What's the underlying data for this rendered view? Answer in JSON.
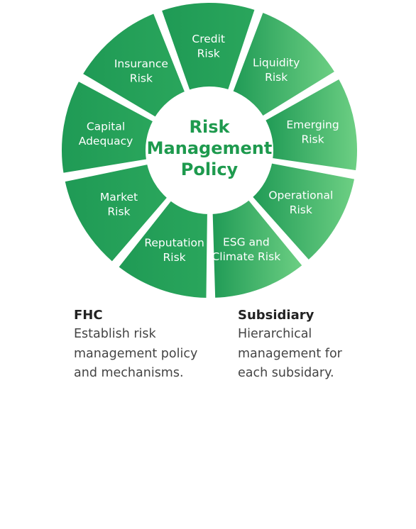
{
  "diagram": {
    "center": {
      "lines": [
        "Risk",
        "Management",
        "Policy"
      ]
    },
    "segments": [
      {
        "id": "credit-risk",
        "lines": [
          "Credit",
          "Risk"
        ]
      },
      {
        "id": "liquidity-risk",
        "lines": [
          "Liquidity",
          "Risk"
        ]
      },
      {
        "id": "emerging-risk",
        "lines": [
          "Emerging",
          "Risk"
        ]
      },
      {
        "id": "operational-risk",
        "lines": [
          "Operational",
          "Risk"
        ]
      },
      {
        "id": "esg-climate-risk",
        "lines": [
          "ESG and",
          "Climate Risk"
        ]
      },
      {
        "id": "reputation-risk",
        "lines": [
          "Reputation",
          "Risk"
        ]
      },
      {
        "id": "market-risk",
        "lines": [
          "Market",
          "Risk"
        ]
      },
      {
        "id": "capital-adequacy",
        "lines": [
          "Capital",
          "Adequacy"
        ]
      },
      {
        "id": "insurance-risk",
        "lines": [
          "Insurance",
          "Risk"
        ]
      }
    ],
    "colors": {
      "dark": "#1f9a55",
      "light": "#6ed084",
      "center_text": "#1e9a4e"
    }
  },
  "descriptions": {
    "fhc": {
      "title": "FHC",
      "lines": [
        "Establish risk",
        "management policy",
        "and mechanisms."
      ]
    },
    "subsidiary": {
      "title": "Subsidiary",
      "lines": [
        "Hierarchical",
        "management for",
        "each subsidary."
      ]
    }
  }
}
